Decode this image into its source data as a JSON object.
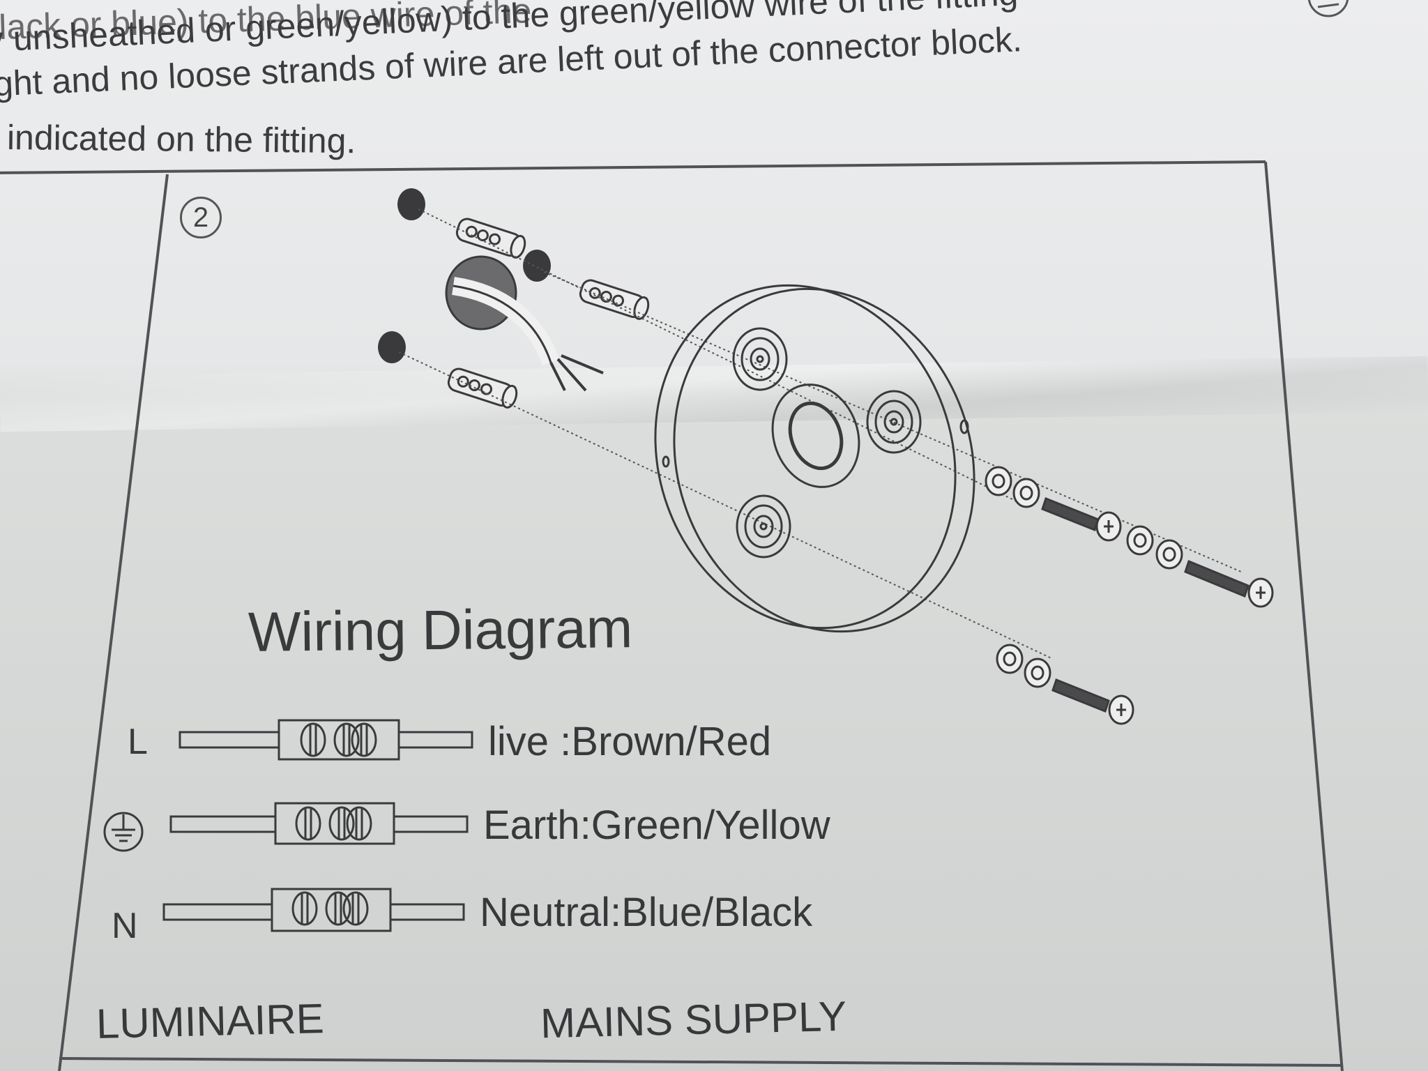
{
  "intro_lines": [
    "y unsheathed or green/yellow) to the green/yellow wire of the fitting",
    "ight and no loose strands of wire are left out of the connector block.",
    "indicated on the fitting."
  ],
  "step_number": "2",
  "diagram": {
    "title": "Wiring Diagram",
    "rows": [
      {
        "terminal": "L",
        "terminal_icon": "",
        "label": "live :Brown/Red"
      },
      {
        "terminal": "",
        "terminal_icon": "earth-symbol-icon",
        "label": "Earth:Green/Yellow"
      },
      {
        "terminal": "N",
        "terminal_icon": "",
        "label": "Neutral:Blue/Black"
      }
    ],
    "left_caption": "LUMINAIRE",
    "right_caption": "MAINS SUPPLY"
  }
}
